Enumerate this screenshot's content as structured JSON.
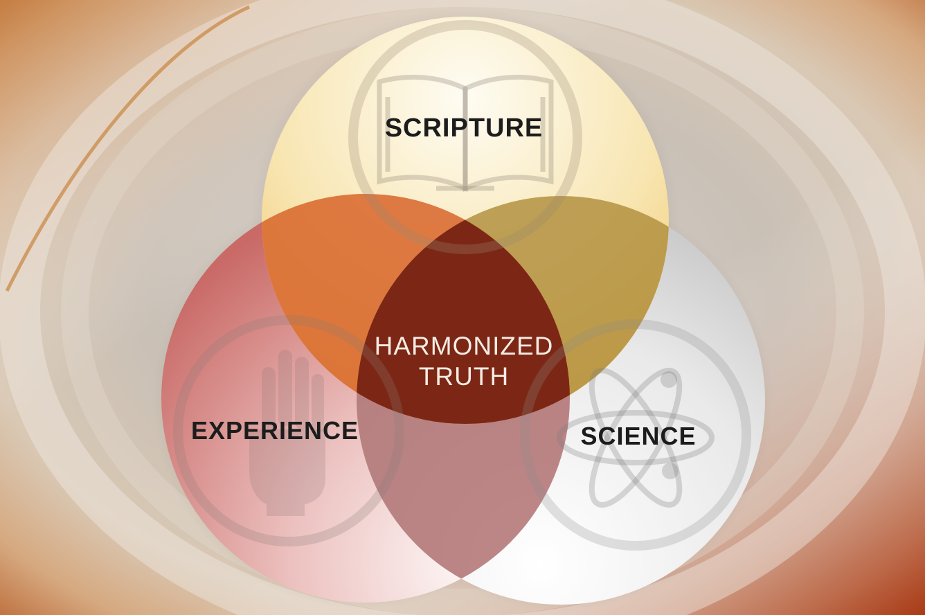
{
  "diagram": {
    "circles": [
      {
        "id": "scripture",
        "label": "SCRIPTURE",
        "icon": "open-book-icon",
        "color": "#f2c35e"
      },
      {
        "id": "experience",
        "label": "EXPERIENCE",
        "icon": "raised-hand-icon",
        "color": "#c9504a"
      },
      {
        "id": "science",
        "label": "SCIENCE",
        "icon": "atom-icon",
        "color": "#cfcfcf"
      }
    ],
    "center": {
      "line1": "HARMONIZED",
      "line2": "TRUTH",
      "color": "#7a1f12"
    }
  }
}
